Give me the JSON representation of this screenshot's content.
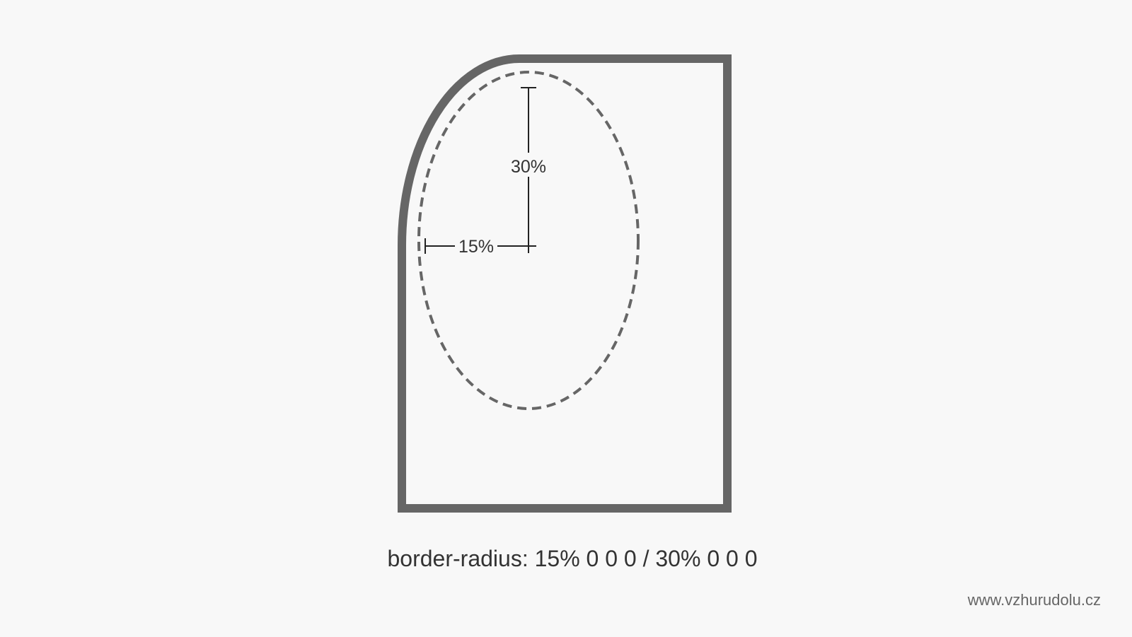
{
  "measurements": {
    "vertical_label": "30%",
    "horizontal_label": "15%"
  },
  "caption": "border-radius: 15% 0 0 0 / 30% 0 0 0",
  "credit": "www.vzhurudolu.cz",
  "colors": {
    "background": "#f8f8f8",
    "box_stroke": "#666666",
    "ellipse_stroke": "#666666",
    "measure_line": "#222222",
    "text": "#333333"
  }
}
